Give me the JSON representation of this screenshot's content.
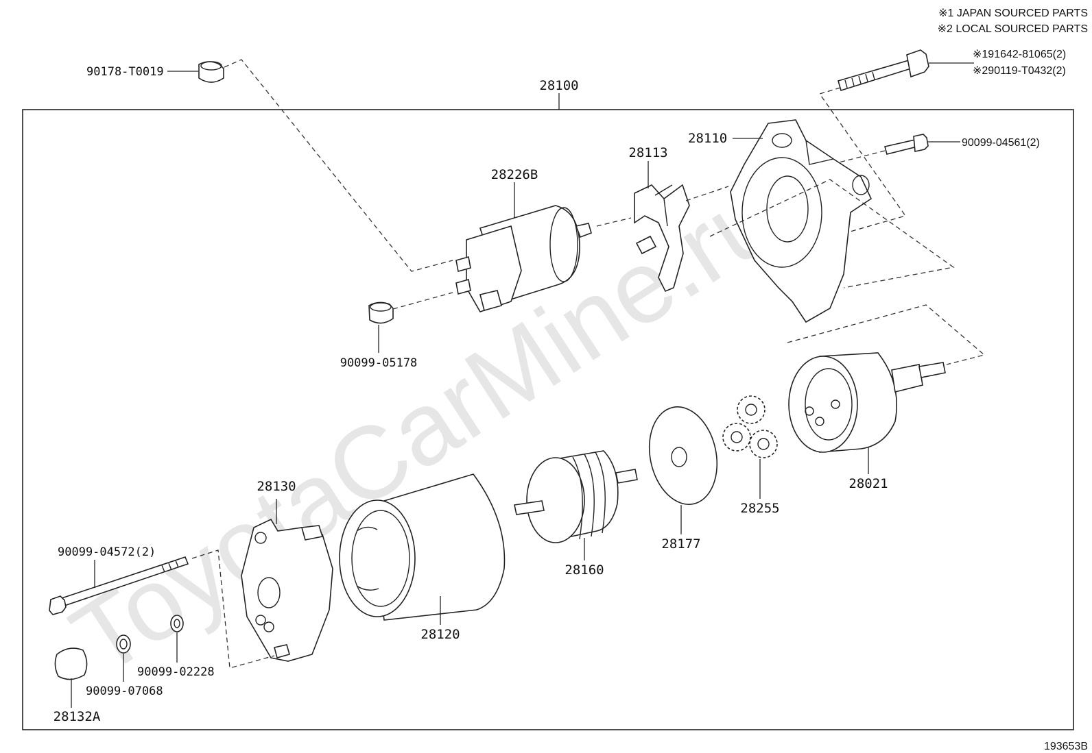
{
  "notes": {
    "japan": "※1 JAPAN SOURCED PARTS",
    "local": "※2 LOCAL SOURCED PARTS"
  },
  "watermark": "ToyotaCarMine.ru",
  "diagram_code": "193653B",
  "assembly": {
    "number": "28100"
  },
  "parts": {
    "p_90178_T0019": "90178-T0019",
    "p_bolt_japan": "※191642-81065(2)",
    "p_bolt_local": "※290119-T0432(2)",
    "p_28110": "28110",
    "p_28113": "28113",
    "p_28226B": "28226B",
    "p_90099_04561": "90099-04561(2)",
    "p_90099_05178": "90099-05178",
    "p_28021": "28021",
    "p_28255": "28255",
    "p_28177": "28177",
    "p_28160": "28160",
    "p_28130": "28130",
    "p_28120": "28120",
    "p_90099_04572": "90099-04572(2)",
    "p_90099_02228": "90099-02228",
    "p_90099_07068": "90099-07068",
    "p_28132A": "28132A"
  }
}
